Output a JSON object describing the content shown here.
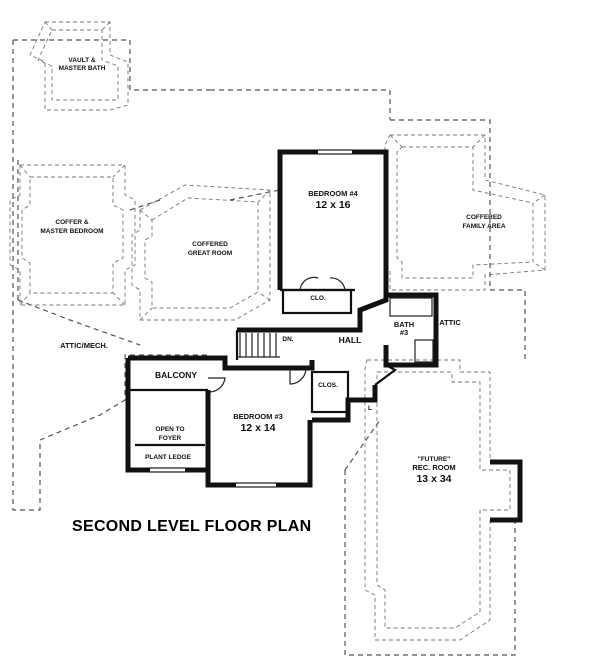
{
  "title": "SECOND LEVEL FLOOR PLAN",
  "rooms": {
    "vault_master_bath": [
      "VAULT &",
      "MASTER BATH"
    ],
    "coffer_master_bedroom": [
      "COFFER &",
      "MASTER BEDROOM"
    ],
    "coffered_great_room": [
      "COFFERED",
      "GREAT ROOM"
    ],
    "bedroom4": {
      "name": "BEDROOM #4",
      "size": "12 x 16"
    },
    "coffered_family_area": [
      "COFFERED",
      "FAMILY AREA"
    ],
    "clo_upper": "CLO.",
    "hall": "HALL",
    "bath3": [
      "BATH",
      "#3"
    ],
    "attic": "ATTIC",
    "attic_mech": "ATTIC/MECH.",
    "dn": "DN.",
    "balcony": "BALCONY",
    "clos_lower": "CLOS.",
    "l_mark": "L",
    "open_to_foyer": [
      "OPEN TO",
      "FOYER"
    ],
    "bedroom3": {
      "name": "BEDROOM #3",
      "size": "12 x 14"
    },
    "plant_ledge": "PLANT LEDGE",
    "rec_room": {
      "note": "\"FUTURE\"",
      "name": "REC. ROOM",
      "size": "13 x 34"
    }
  }
}
